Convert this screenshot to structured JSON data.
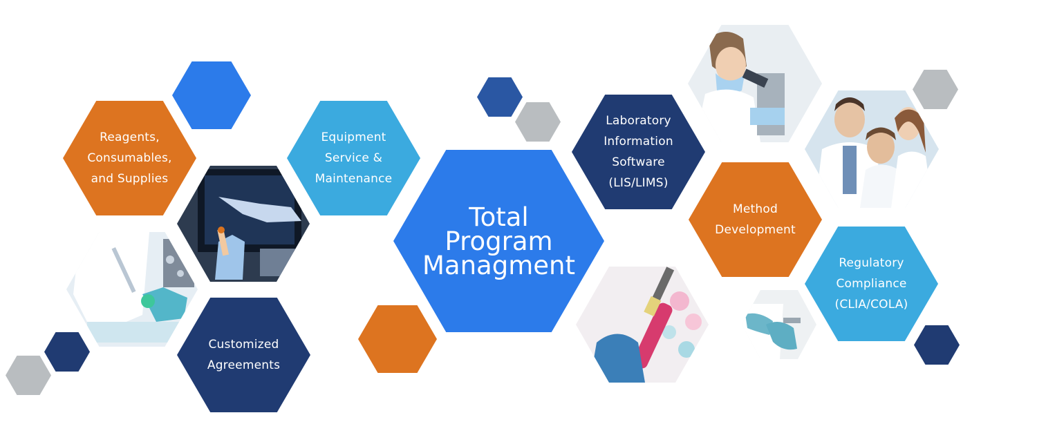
{
  "colors": {
    "orange": "#DD7420",
    "light_blue": "#3BAADF",
    "royal_blue": "#2C7BEA",
    "navy": "#203B72",
    "mid_blue": "#2A57A3",
    "gray": "#B9BDC0"
  },
  "center": {
    "label": "Total\nProgram\nManagment"
  },
  "services": [
    {
      "label": "Reagents,\nConsumables,\nand Supplies"
    },
    {
      "label": "Equipment\nService &\nMaintenance"
    },
    {
      "label": "Customized\nAgreements"
    },
    {
      "label": "Laboratory\nInformation\nSoftware\n(LIS/LIMS)"
    },
    {
      "label": "Method\nDevelopment"
    },
    {
      "label": "Regulatory\nCompliance\n(CLIA/COLA)"
    }
  ],
  "photos": [
    {
      "icon": "touchscreen-test-tube-photo"
    },
    {
      "icon": "pipette-flask-photo"
    },
    {
      "icon": "microscope-scientist-photo"
    },
    {
      "icon": "scientists-group-photo"
    },
    {
      "icon": "test-tube-pipette-photo"
    },
    {
      "icon": "gloved-hands-photo"
    }
  ]
}
